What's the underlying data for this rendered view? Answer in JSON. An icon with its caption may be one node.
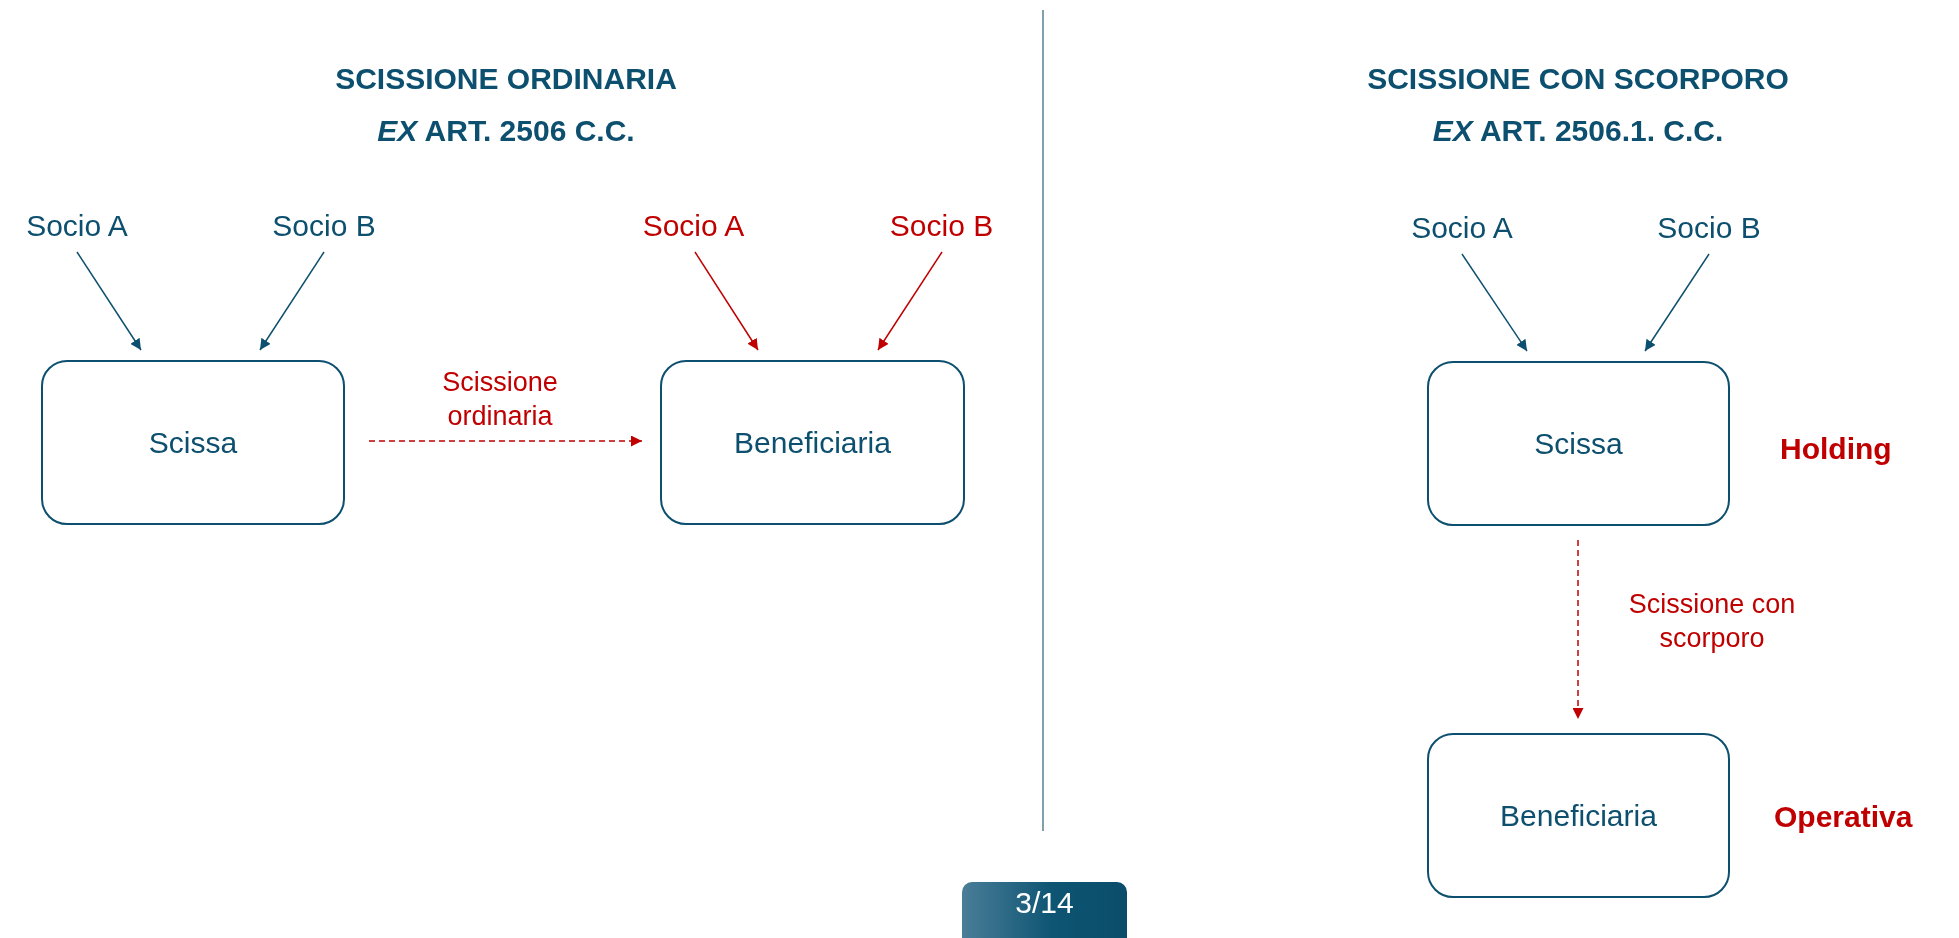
{
  "diagram": {
    "nodes": [
      {
        "text": [
          "Socio A"
        ]
      },
      {
        "text": [
          "Socio B"
        ]
      },
      {
        "text": [
          "Scissa"
        ]
      },
      {
        "text": [
          "Socio A"
        ]
      },
      {
        "text": [
          "Socio B"
        ]
      },
      {
        "text": [
          "Beneficiaria"
        ]
      },
      {
        "text": [
          "Socio A"
        ]
      },
      {
        "text": [
          "Socio B"
        ]
      },
      {
        "text": [
          "Scissa"
        ],
        "beside": [
          "Holding"
        ]
      },
      {
        "text": [
          "Beneficiaria"
        ],
        "beside": [
          "Operativa"
        ]
      }
    ],
    "edges": [
      {
        "from": 0,
        "to": 2,
        "arrow": "to"
      },
      {
        "from": 1,
        "to": 2,
        "arrow": "to"
      },
      {
        "from": 3,
        "to": 5,
        "arrow": "to",
        "color": "#c00000"
      },
      {
        "from": 4,
        "to": 5,
        "arrow": "to",
        "color": "#c00000"
      },
      {
        "from": 2,
        "to": 5,
        "arrow": "to",
        "label": "Scissione ordinaria",
        "style": "dashed",
        "color": "#c00000"
      },
      {
        "from": 6,
        "to": 8,
        "arrow": "to"
      },
      {
        "from": 7,
        "to": 8,
        "arrow": "to"
      },
      {
        "from": 8,
        "to": 9,
        "arrow": "to",
        "label": "Scissione con scorporo",
        "style": "dashed",
        "color": "#c00000"
      }
    ],
    "labels": [
      "SCISSIONE ORDINARIA",
      "*EX* ART. 2506 C.C.",
      "SCISSIONE CON SCORPORO",
      "*EX* ART. 2506.1. C.C.",
      "3/14"
    ]
  }
}
